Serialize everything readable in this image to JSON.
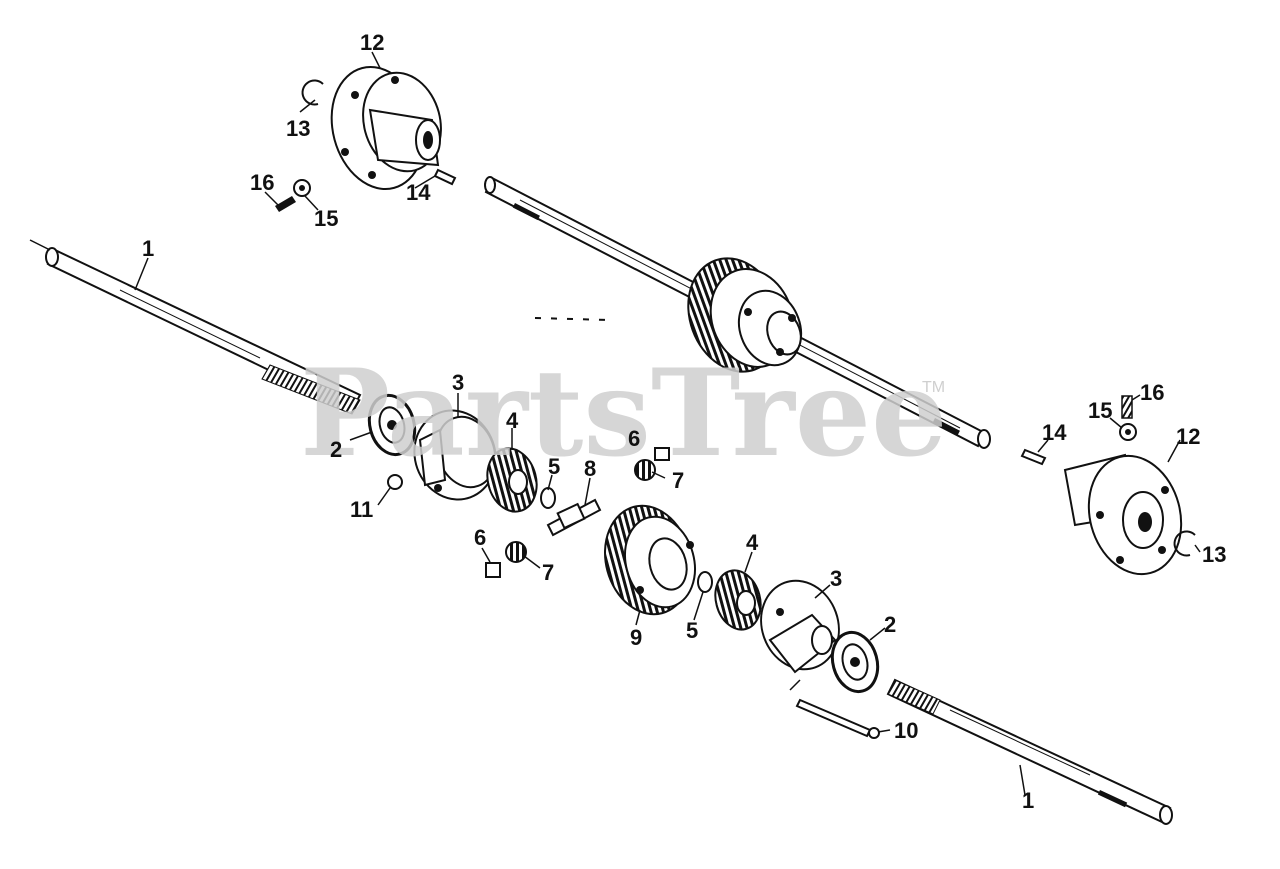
{
  "watermark": {
    "text": "PartsTree",
    "trademark": "TM"
  },
  "callouts": {
    "c1a": "1",
    "c1b": "1",
    "c2a": "2",
    "c2b": "2",
    "c3a": "3",
    "c3b": "3",
    "c4a": "4",
    "c4b": "4",
    "c5a": "5",
    "c5b": "5",
    "c6a": "6",
    "c6b": "6",
    "c7a": "7",
    "c7b": "7",
    "c8": "8",
    "c9": "9",
    "c10": "10",
    "c11": "11",
    "c12a": "12",
    "c12b": "12",
    "c13a": "13",
    "c13b": "13",
    "c14a": "14",
    "c14b": "14",
    "c15a": "15",
    "c15b": "15",
    "c16a": "16",
    "c16b": "16"
  },
  "colors": {
    "ink": "#111111",
    "watermark": "#cfcfcf",
    "background": "#ffffff"
  }
}
